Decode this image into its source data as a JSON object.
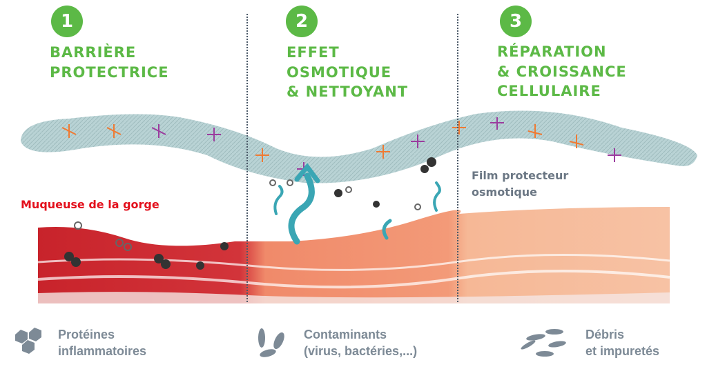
{
  "steps": [
    {
      "number": "1",
      "lines": [
        "BARRIÈRE",
        "PROTECTRICE"
      ]
    },
    {
      "number": "2",
      "lines": [
        "EFFET",
        "OSMOTIQUE",
        "& NETTOYANT"
      ]
    },
    {
      "number": "3",
      "lines": [
        "RÉPARATION",
        "& CROISSANCE",
        "CELLULAIRE"
      ]
    }
  ],
  "labels": {
    "mucosa": "Muqueuse de la gorge",
    "film_line1": "Film protecteur",
    "film_line2": "osmotique"
  },
  "legend": [
    {
      "icon": "hexagon-protein-icon",
      "line1": "Protéines",
      "line2": "inflammatoires"
    },
    {
      "icon": "bacteria-icon",
      "line1": "Contaminants",
      "line2": "(virus, bactéries,...)"
    },
    {
      "icon": "debris-icon",
      "line1": "Débris",
      "line2": "et impuretés"
    }
  ],
  "colors": {
    "green": "#5cb946",
    "red": "#e3101c",
    "gray": "#7d8a96",
    "film": "#a9c9cc",
    "teal": "#3aa6b4"
  }
}
